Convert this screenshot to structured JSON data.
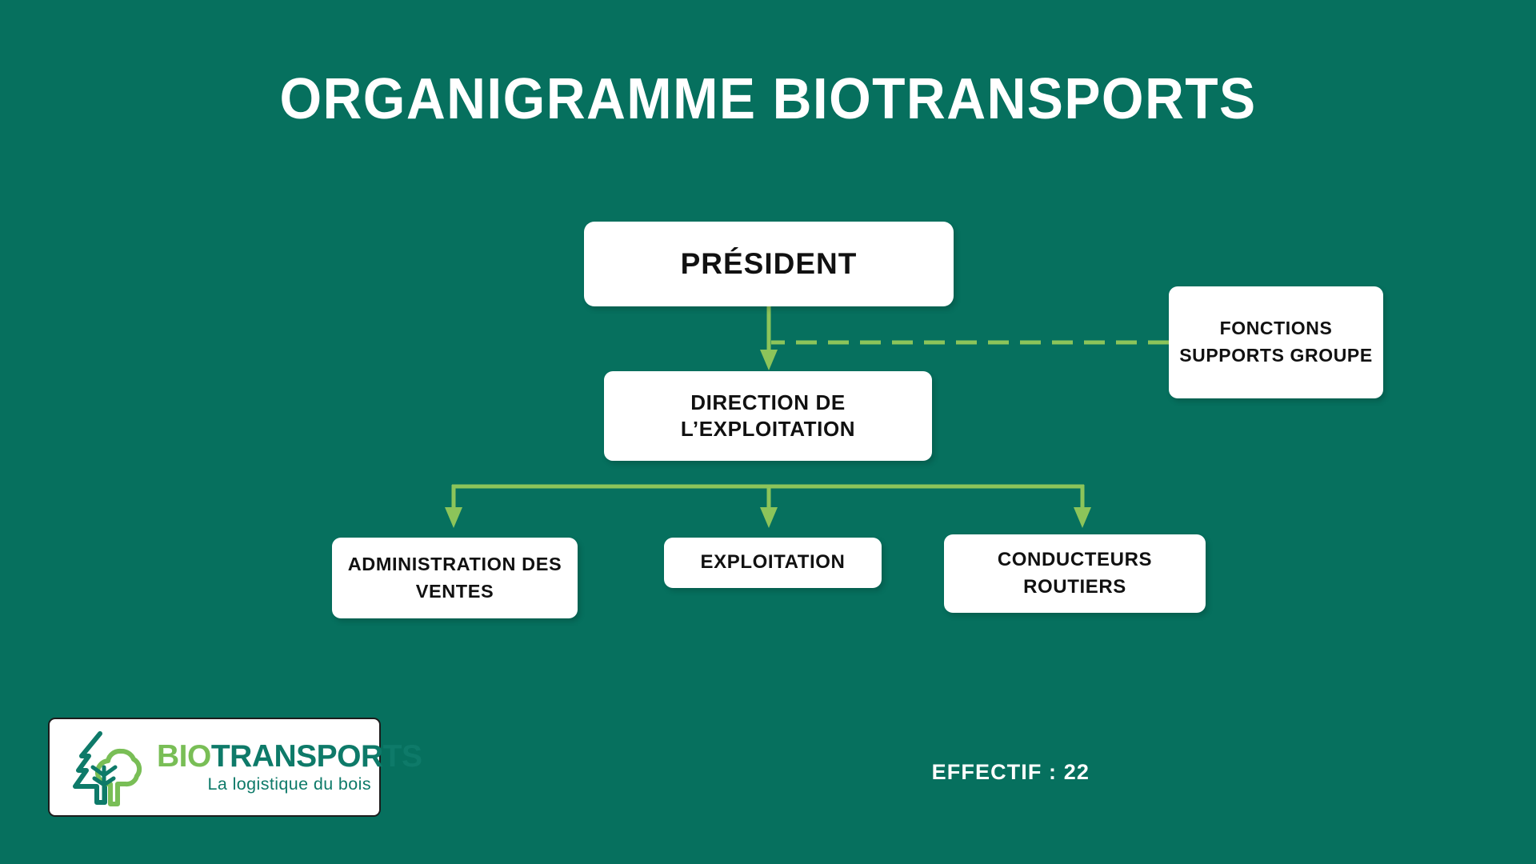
{
  "slide": {
    "title": "ORGANIGRAMME BIOTRANSPORTS",
    "background_color": "#06705E",
    "box_fill_color": "#FFFFFF",
    "box_text_color": "#111111",
    "connector_color": "#8CC45A"
  },
  "org_chart": {
    "type": "diagram",
    "nodes": [
      {
        "id": "president",
        "label": "PRÉSIDENT",
        "level": 0
      },
      {
        "id": "direction",
        "label": "DIRECTION DE L’EXPLOITATION",
        "level": 1
      },
      {
        "id": "fonctions",
        "label": "FONCTIONS SUPPORTS GROUPE",
        "level": 1,
        "relation": "dashed-support"
      },
      {
        "id": "administration",
        "label": "ADMINISTRATION DES VENTES",
        "level": 2
      },
      {
        "id": "exploitation",
        "label": "EXPLOITATION",
        "level": 2
      },
      {
        "id": "conducteurs",
        "label": "CONDUCTEURS ROUTIERS",
        "level": 2
      }
    ],
    "edges": [
      {
        "from": "president",
        "to": "direction",
        "style": "solid-arrow"
      },
      {
        "from": "fonctions",
        "to": "direction",
        "style": "dashed-arrow"
      },
      {
        "from": "direction",
        "to": "administration",
        "style": "solid-arrow"
      },
      {
        "from": "direction",
        "to": "exploitation",
        "style": "solid-arrow"
      },
      {
        "from": "direction",
        "to": "conducteurs",
        "style": "solid-arrow"
      }
    ]
  },
  "logo": {
    "word_bio": "BIO",
    "word_transports": "TRANSPORTS",
    "tagline": "La logistique du bois",
    "green_light": "#79BE56",
    "green_teal": "#0E7A69"
  },
  "footer": {
    "effectif": "EFFECTIF : 22"
  }
}
